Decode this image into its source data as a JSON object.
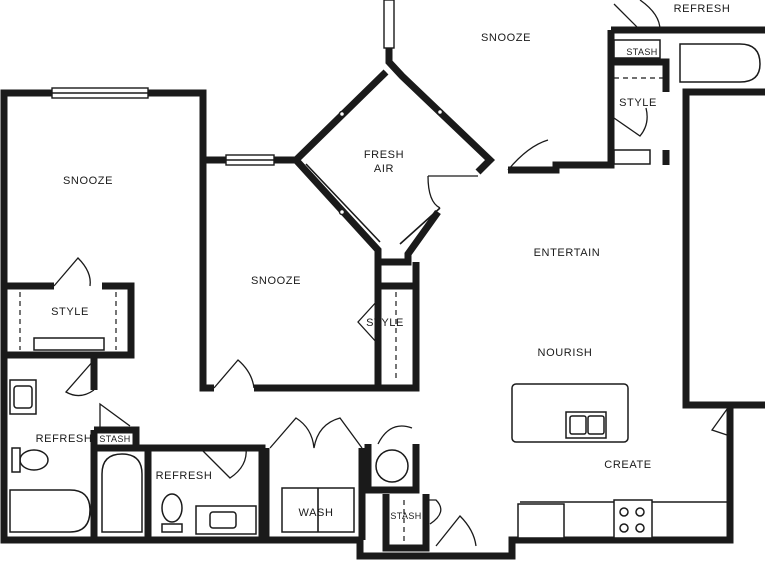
{
  "rooms": {
    "snooze_top": "SNOOZE",
    "refresh_top": "REFRESH",
    "stash_top": "STASH",
    "style_top": "STYLE",
    "snooze_left": "SNOOZE",
    "style_left": "STYLE",
    "fresh_air_line1": "FRESH",
    "fresh_air_line2": "AIR",
    "snooze_mid": "SNOOZE",
    "style_mid": "STYLE",
    "entertain": "ENTERTAIN",
    "nourish": "NOURISH",
    "create": "CREATE",
    "refresh_left": "REFRESH",
    "stash_left": "STASH",
    "refresh_bottom": "REFRESH",
    "wash": "WASH",
    "stash_bottom": "STASH"
  }
}
